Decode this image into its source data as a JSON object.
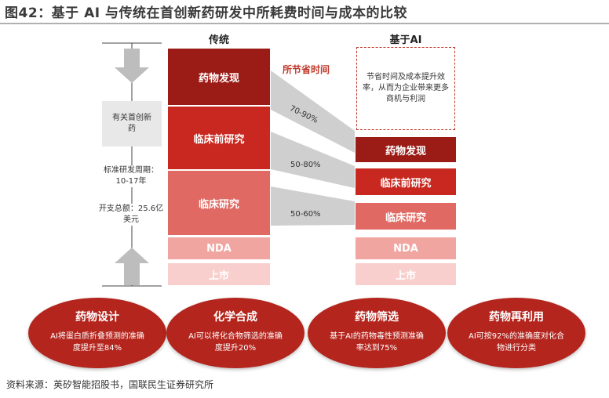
{
  "title": "图42：基于 AI 与传统在首创新药研发中所耗费时间与成本的比较",
  "traditional": {
    "header": "传统",
    "blocks": [
      "药物发现",
      "临床前研究",
      "临床研究",
      "NDA",
      "上市"
    ],
    "novel_drug_label": "有关首创新药",
    "cycle_label": "标准研发周期：10-17年",
    "cost_label": "开支总额：25.6亿美元"
  },
  "ai_based": {
    "header": "基于AI",
    "benefit_note": "节省时间及成本提升效率，从而为企业带来更多商机与利润",
    "blocks": [
      "药物发现",
      "临床前研究",
      "临床研究",
      "NDA",
      "上市"
    ]
  },
  "saved_time": {
    "label": "所节省时间",
    "percentages": [
      "70-90%",
      "50-80%",
      "50-60%"
    ]
  },
  "applications": [
    {
      "title": "药物设计",
      "desc": "AI将蛋白质折叠预测的准确度提升至84%"
    },
    {
      "title": "化学合成",
      "desc": "AI可以将化合物筛选的准确度提升20%"
    },
    {
      "title": "药物筛选",
      "desc": "基于AI的药物毒性预测准确率达到75%"
    },
    {
      "title": "药物再利用",
      "desc": "AI可按92%的准确度对化合物进行分类"
    }
  ],
  "source": "资料来源：英矽智能招股书，国联民生证券研究所",
  "colors": {
    "dark_red": "#9b1c16",
    "red": "#c8281f",
    "light_red": "#e06a63",
    "pink": "#f0a5a1",
    "pale_pink": "#f8cfcc",
    "oval_red": "#b3251d",
    "arrow_gray": "#c8c8c8"
  }
}
